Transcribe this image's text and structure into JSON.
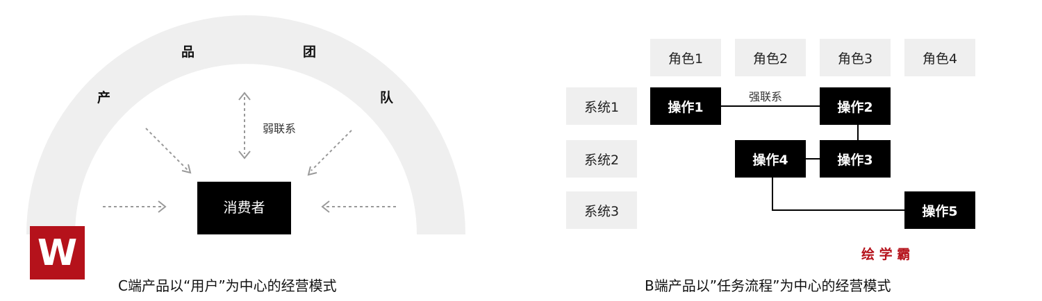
{
  "left": {
    "arc_labels": [
      "产",
      "品",
      "团",
      "队"
    ],
    "weak_link": "弱联系",
    "consumer": "消费者",
    "caption": "C端产品以“用户”为中心的经营模式"
  },
  "right": {
    "roles": [
      "角色1",
      "角色2",
      "角色3",
      "角色4"
    ],
    "systems": [
      "系统1",
      "系统2",
      "系统3"
    ],
    "ops": [
      "操作1",
      "操作2",
      "操作3",
      "操作4",
      "操作5"
    ],
    "strong_link": "强联系",
    "caption": "B端产品以”任务流程”为中心的经营模式"
  },
  "watermark": {
    "brand": "绘 学 霸",
    "logo": "W"
  },
  "colors": {
    "arc": "#efefef",
    "brand": "#b5121b"
  }
}
